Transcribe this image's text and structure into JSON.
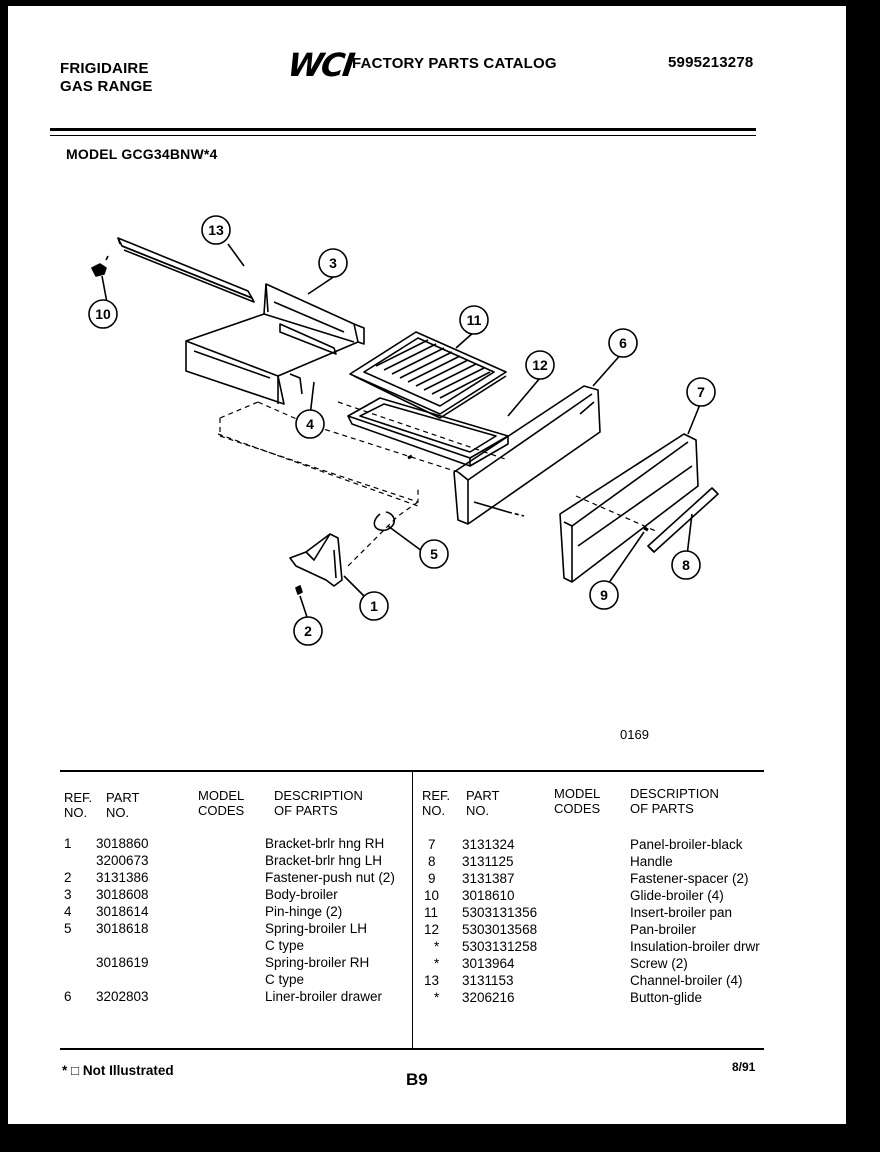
{
  "header": {
    "brand": "FRIGIDAIRE",
    "product": "GAS RANGE",
    "logo_text": "WCI",
    "catalog_title": "FACTORY PARTS CATALOG",
    "catalog_number": "5995213278",
    "model": "MODEL GCG34BNW*4"
  },
  "diagram": {
    "callouts": [
      "1",
      "2",
      "3",
      "4",
      "5",
      "6",
      "7",
      "8",
      "9",
      "10",
      "11",
      "12",
      "13"
    ],
    "figure_number": "0169"
  },
  "table": {
    "headers": {
      "ref": [
        "REF.",
        "NO."
      ],
      "part": [
        "PART",
        "NO."
      ],
      "model": [
        "MODEL",
        "CODES"
      ],
      "desc": [
        "DESCRIPTION",
        "OF PARTS"
      ]
    },
    "left_rows": [
      {
        "ref": "1",
        "part": "3018860",
        "desc": "Bracket-brlr hng RH"
      },
      {
        "ref": "",
        "part": "3200673",
        "desc": "Bracket-brlr hng LH"
      },
      {
        "ref": "2",
        "part": "3131386",
        "desc": "Fastener-push nut (2)"
      },
      {
        "ref": "3",
        "part": "3018608",
        "desc": "Body-broiler"
      },
      {
        "ref": "4",
        "part": "3018614",
        "desc": "Pin-hinge (2)"
      },
      {
        "ref": "5",
        "part": "3018618",
        "desc": "Spring-broiler LH"
      },
      {
        "ref": "",
        "part": "",
        "desc": "C type"
      },
      {
        "ref": "",
        "part": "3018619",
        "desc": "Spring-broiler RH"
      },
      {
        "ref": "",
        "part": "",
        "desc": "C type"
      },
      {
        "ref": "6",
        "part": "3202803",
        "desc": "Liner-broiler drawer"
      }
    ],
    "right_rows": [
      {
        "ref": "7",
        "part": "3131324",
        "desc": "Panel-broiler-black"
      },
      {
        "ref": "8",
        "part": "3131125",
        "desc": "Handle"
      },
      {
        "ref": "9",
        "part": "3131387",
        "desc": "Fastener-spacer (2)"
      },
      {
        "ref": "10",
        "part": "3018610",
        "desc": "Glide-broiler (4)"
      },
      {
        "ref": "11",
        "part": "5303131356",
        "desc": "Insert-broiler pan"
      },
      {
        "ref": "12",
        "part": "5303013568",
        "desc": "Pan-broiler"
      },
      {
        "ref": "*",
        "part": "5303131258",
        "desc": "Insulation-broiler drwr"
      },
      {
        "ref": "*",
        "part": "3013964",
        "desc": "Screw (2)"
      },
      {
        "ref": "13",
        "part": "3131153",
        "desc": "Channel-broiler (4)"
      },
      {
        "ref": "*",
        "part": "3206216",
        "desc": "Button-glide"
      }
    ]
  },
  "footer": {
    "note": "* □ Not Illustrated",
    "page": "B9",
    "date": "8/91"
  }
}
